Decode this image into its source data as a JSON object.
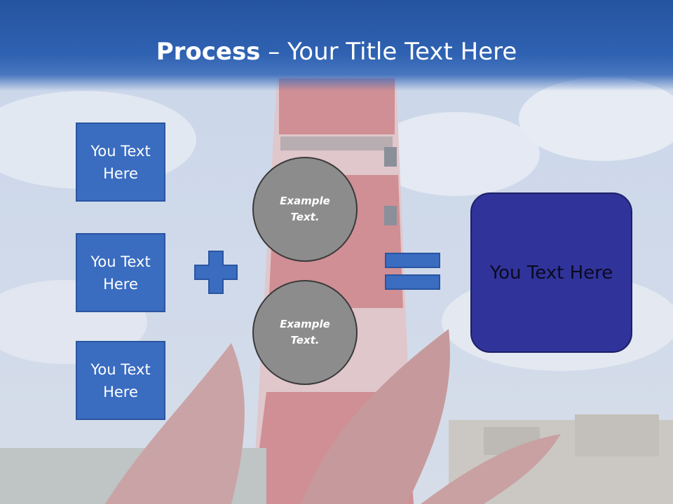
{
  "slide": {
    "title_bold": "Process",
    "title_rest": " – Your Title Text Here"
  },
  "boxes": [
    "You Text Here",
    "You Text Here",
    "You Text Here"
  ],
  "circles": [
    "Example Text.",
    "Example Text."
  ],
  "result": "You Text Here",
  "colors": {
    "header": "#2f62b2",
    "box_fill": "#3a6cc0",
    "circle_fill": "#8c8c8c",
    "result_fill": "#303399"
  }
}
